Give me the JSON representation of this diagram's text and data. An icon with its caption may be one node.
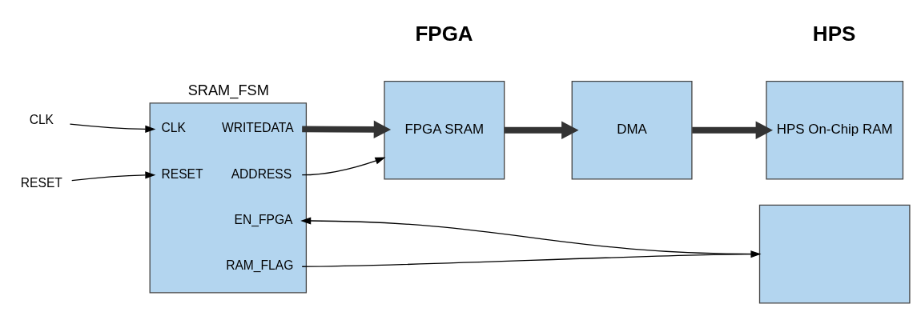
{
  "diagram": {
    "nodes": [
      {
        "text": [
          "SRAM_FSM",
          "CLK",
          "WRITEDATA",
          "RESET",
          "ADDRESS",
          "EN_FPGA",
          "RAM_FLAG"
        ]
      },
      {
        "text": [
          "CLK"
        ]
      },
      {
        "text": [
          "RESET"
        ]
      },
      {
        "text": [
          "FPGA SRAM"
        ]
      },
      {
        "text": [
          "DMA"
        ]
      },
      {
        "text": [
          "HPS On-Chip RAM"
        ]
      },
      {
        "text": [],
        "shape": "box"
      }
    ],
    "edges": [
      {
        "from": 1,
        "to": 0,
        "arrow": "to"
      },
      {
        "from": 2,
        "to": 0,
        "arrow": "to"
      },
      {
        "from": 0,
        "to": 3,
        "arrow": "to",
        "style": "thick"
      },
      {
        "from": 0,
        "to": 3,
        "arrow": "to"
      },
      {
        "from": 3,
        "to": 4,
        "arrow": "to",
        "style": "thick"
      },
      {
        "from": 4,
        "to": 5,
        "arrow": "to",
        "style": "thick"
      },
      {
        "from": 6,
        "to": 0,
        "arrow": "to"
      },
      {
        "from": 0,
        "to": 6,
        "arrow": "to"
      }
    ],
    "labels": [
      "FPGA",
      "HPS"
    ]
  }
}
